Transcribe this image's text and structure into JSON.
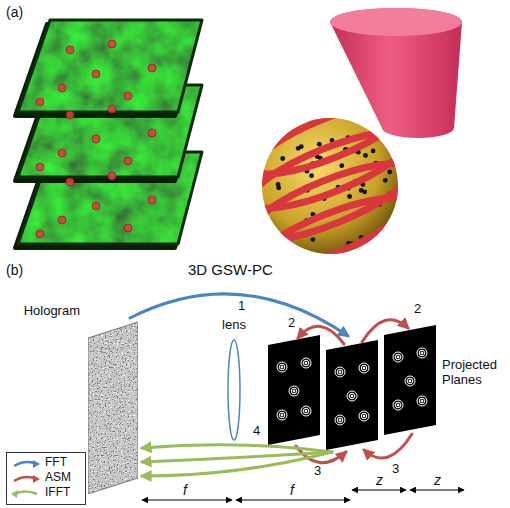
{
  "diagram": {
    "nodes": [
      {
        "text": [
          "Hologram"
        ]
      },
      {
        "text": [
          "lens"
        ]
      }
    ],
    "labels": [
      "(a)",
      "(b)",
      "3D GSW-PC",
      "1",
      "2",
      "2",
      "Projected Planes",
      "3",
      "3",
      "4",
      "f",
      "f",
      "z",
      "z"
    ],
    "legend": [
      {
        "text": "FFT"
      },
      {
        "text": "ASM"
      },
      {
        "text": "IFFT"
      }
    ]
  }
}
